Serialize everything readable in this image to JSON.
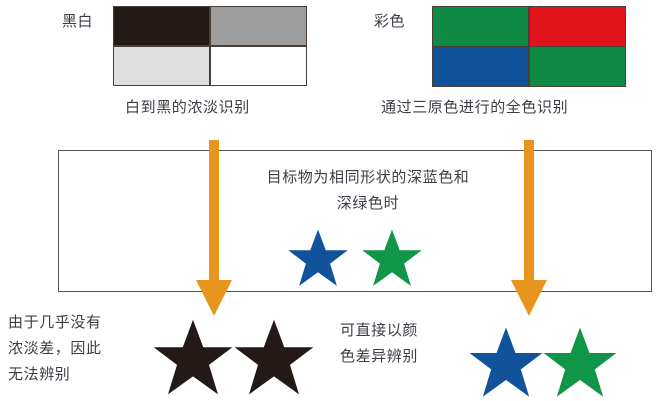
{
  "figure": {
    "title_monochrome_label": "黑白",
    "title_color_label": "彩色",
    "caption_monochrome": "白到黑的浓淡识别",
    "caption_color": "通过三原色进行的全色识别",
    "panel_heading_line1": "目标物为相同形状的深蓝色和",
    "panel_heading_line2": "深绿色时",
    "result_left_line1": "由于几乎没有",
    "result_left_line2": "浓淡差，因此",
    "result_left_line3": "无法辨别",
    "result_right_line1": "可直接以颜",
    "result_right_line2": "色差异辨别"
  },
  "swatches": {
    "monochrome": {
      "name": "monochrome-grid",
      "cells": [
        {
          "name": "cell-black",
          "color": "#231a17"
        },
        {
          "name": "cell-gray",
          "color": "#9d9d9d"
        },
        {
          "name": "cell-light-gray",
          "color": "#dedede"
        },
        {
          "name": "cell-white",
          "color": "#ffffff"
        }
      ]
    },
    "color": {
      "name": "color-grid",
      "cells": [
        {
          "name": "cell-green-top-left",
          "color": "#0f8a44"
        },
        {
          "name": "cell-red-top-right",
          "color": "#e2131a"
        },
        {
          "name": "cell-blue-bottom-left",
          "color": "#10539b"
        },
        {
          "name": "cell-green-bottom-right",
          "color": "#0f8a44"
        }
      ]
    }
  },
  "stars": {
    "panel": [
      {
        "name": "star-blue-sample",
        "color": "#10539b"
      },
      {
        "name": "star-green-sample",
        "color": "#109648"
      }
    ],
    "result_left": [
      {
        "name": "star-black-left-1",
        "color": "#231a17"
      },
      {
        "name": "star-black-left-2",
        "color": "#231a17"
      }
    ],
    "result_right": [
      {
        "name": "star-blue-right",
        "color": "#10539b"
      },
      {
        "name": "star-green-right",
        "color": "#109648"
      }
    ]
  },
  "arrows": {
    "color_accent": "#e8951d",
    "left": {
      "name": "arrow-down-left"
    },
    "right": {
      "name": "arrow-down-right"
    }
  },
  "colors": {
    "text": "#3d3d46",
    "panel_border": "#5d544e",
    "grid_border": "#4a4038",
    "accent_orange": "#e8951d",
    "blue": "#10539b",
    "green": "#109648",
    "red": "#e2131a",
    "black": "#231a17"
  }
}
